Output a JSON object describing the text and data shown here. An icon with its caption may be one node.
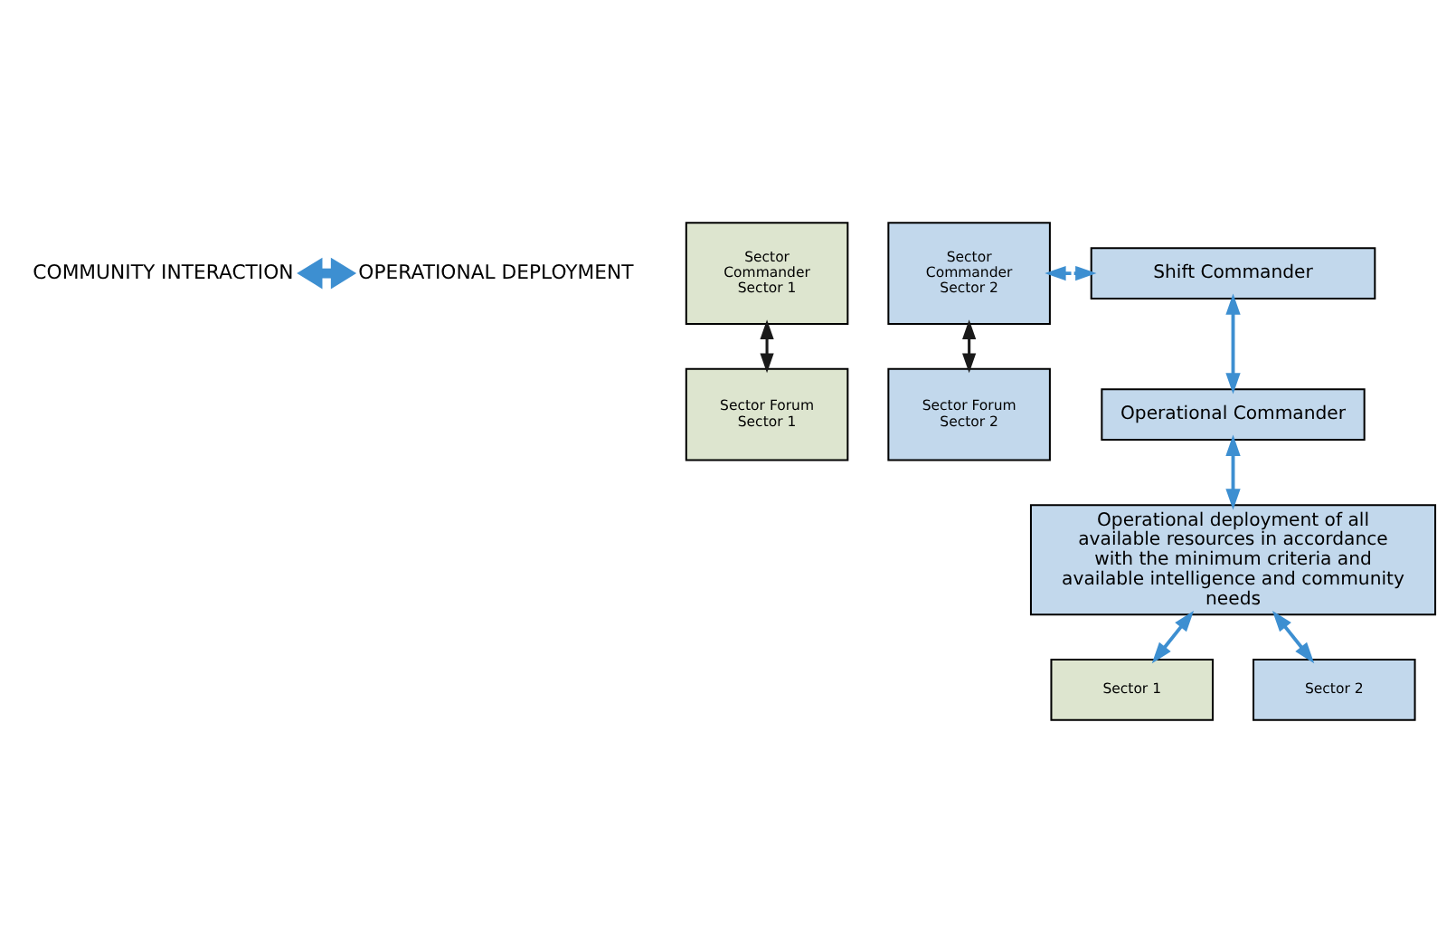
{
  "diagram": {
    "nodes": [
      {
        "text": [
          "COMMUNITY INTERACTION"
        ]
      },
      {
        "text": [
          "OPERATIONAL DEPLOYMENT"
        ]
      },
      {
        "text": [
          "Sector Commander Sector 1"
        ]
      },
      {
        "text": [
          "Sector Commander Sector 2"
        ]
      },
      {
        "text": [
          "Shift Commander"
        ]
      },
      {
        "text": [
          "Sector Forum Sector 1"
        ]
      },
      {
        "text": [
          "Sector Forum Sector 2"
        ]
      },
      {
        "text": [
          "Operational Commander"
        ]
      },
      {
        "text": [
          "Operational deployment of all available resources in accordance with the minimum criteria and available intelligence and community needs"
        ]
      },
      {
        "text": [
          "Sector 1"
        ]
      },
      {
        "text": [
          "Sector 2"
        ]
      }
    ],
    "edges": [
      {
        "from": 0,
        "to": 1,
        "arrow": "both",
        "style": "thick"
      },
      {
        "from": 3,
        "to": 4,
        "arrow": "both",
        "style": "dashed"
      },
      {
        "from": 2,
        "to": 5,
        "arrow": "both",
        "color": "#1a1a1a"
      },
      {
        "from": 3,
        "to": 6,
        "arrow": "both",
        "color": "#1a1a1a"
      },
      {
        "from": 4,
        "to": 7,
        "arrow": "both"
      },
      {
        "from": 7,
        "to": 8,
        "arrow": "both"
      },
      {
        "from": 8,
        "to": 9,
        "arrow": "both"
      },
      {
        "from": 8,
        "to": 10,
        "arrow": "both"
      }
    ]
  }
}
